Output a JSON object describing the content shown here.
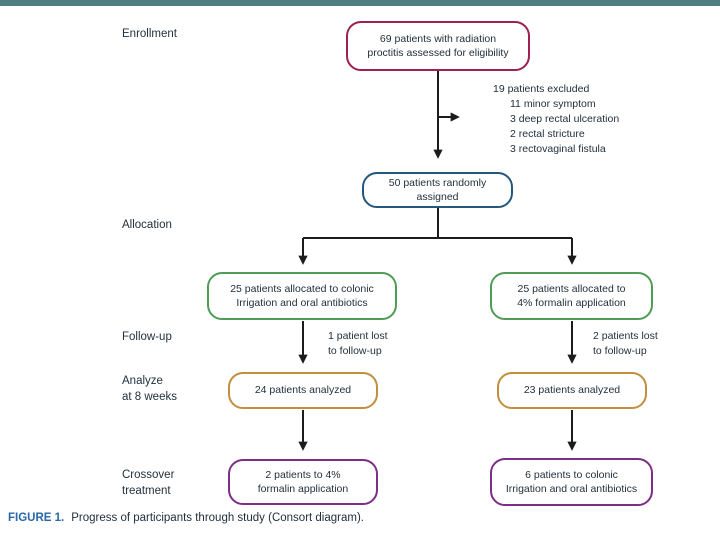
{
  "page": {
    "accent_bar_color": "#4e7d81"
  },
  "colors": {
    "line": "#1c1c1c",
    "text": "#20303c"
  },
  "stage_labels": {
    "enrollment": {
      "line1": "Enrollment"
    },
    "allocation": {
      "line1": "Allocation"
    },
    "followup": {
      "line1": "Follow-up"
    },
    "analyze": {
      "line1": "Analyze",
      "line2": "at 8 weeks"
    },
    "crossover": {
      "line1": "Crossover",
      "line2": "treatment"
    }
  },
  "boxes": {
    "eligibility": {
      "line1": "69 patients with radiation",
      "line2": "proctitis assessed for eligibility",
      "border_color": "#9c2150"
    },
    "randomized": {
      "line1": "50 patients randomly",
      "line2": "assigned",
      "border_color": "#24577d"
    },
    "alloc_left": {
      "line1": "25 patients allocated to colonic",
      "line2": "Irrigation and oral antibiotics",
      "border_color": "#4f9c55"
    },
    "alloc_right": {
      "line1": "25 patients allocated to",
      "line2": "4% formalin application",
      "border_color": "#4f9c55"
    },
    "analyzed_left": {
      "line1": "24 patients analyzed",
      "border_color": "#c28f3e"
    },
    "analyzed_right": {
      "line1": "23 patients analyzed",
      "border_color": "#c28f3e"
    },
    "crossover_left": {
      "line1": "2 patients to 4%",
      "line2": "formalin application",
      "border_color": "#7d2e86"
    },
    "crossover_right": {
      "line1": "6 patients to colonic",
      "line2": "Irrigation and oral antibiotics",
      "border_color": "#7d2e86"
    }
  },
  "annotations": {
    "excluded": {
      "title": "19 patients excluded",
      "items": [
        "11 minor symptom",
        "3 deep rectal ulceration",
        "2 rectal stricture",
        "3 rectovaginal fistula"
      ]
    },
    "lost_left": {
      "line1": "1 patient lost",
      "line2": "to follow-up"
    },
    "lost_right": {
      "line1": "2 patients lost",
      "line2": "to follow-up"
    }
  },
  "caption": {
    "label": "FIGURE 1.",
    "text": "Progress of participants through study (Consort diagram).",
    "label_color": "#2868a8"
  }
}
